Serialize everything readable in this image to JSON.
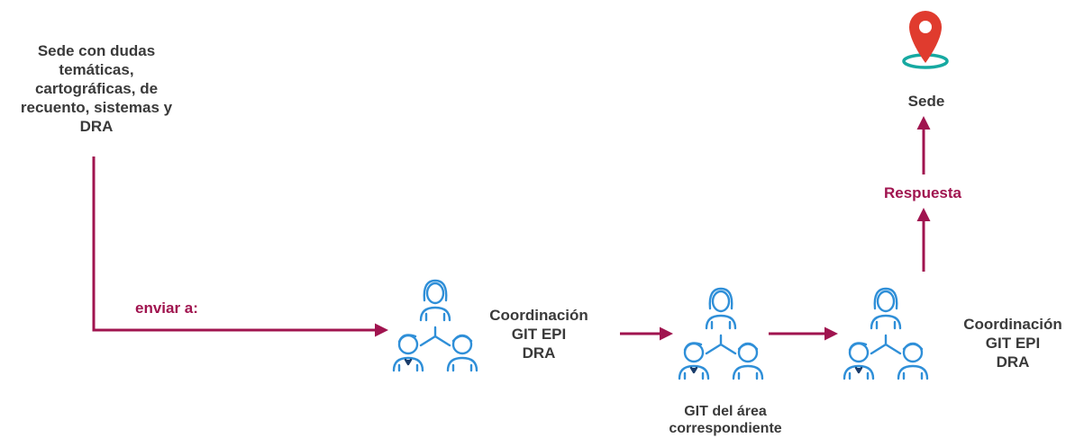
{
  "source_note": "Sede con dudas\ntemáticas,\ncartográficas, de\nrecuento, sistemas y\nDRA",
  "send_label": "enviar a:",
  "coord_left": "Coordinación\nGIT EPI\nDRA",
  "area_label": "GIT del área\ncorrespondiente",
  "coord_right": "Coordinación\nGIT EPI\nDRA",
  "response_label": "Respuesta",
  "destination_label": "Sede",
  "colors": {
    "accent": "#a0144f",
    "icon_blue": "#2f8fd8",
    "pin_red": "#e03b2e",
    "text": "#3a3a3a"
  },
  "icons": [
    "team-icon",
    "location-pin-icon"
  ]
}
